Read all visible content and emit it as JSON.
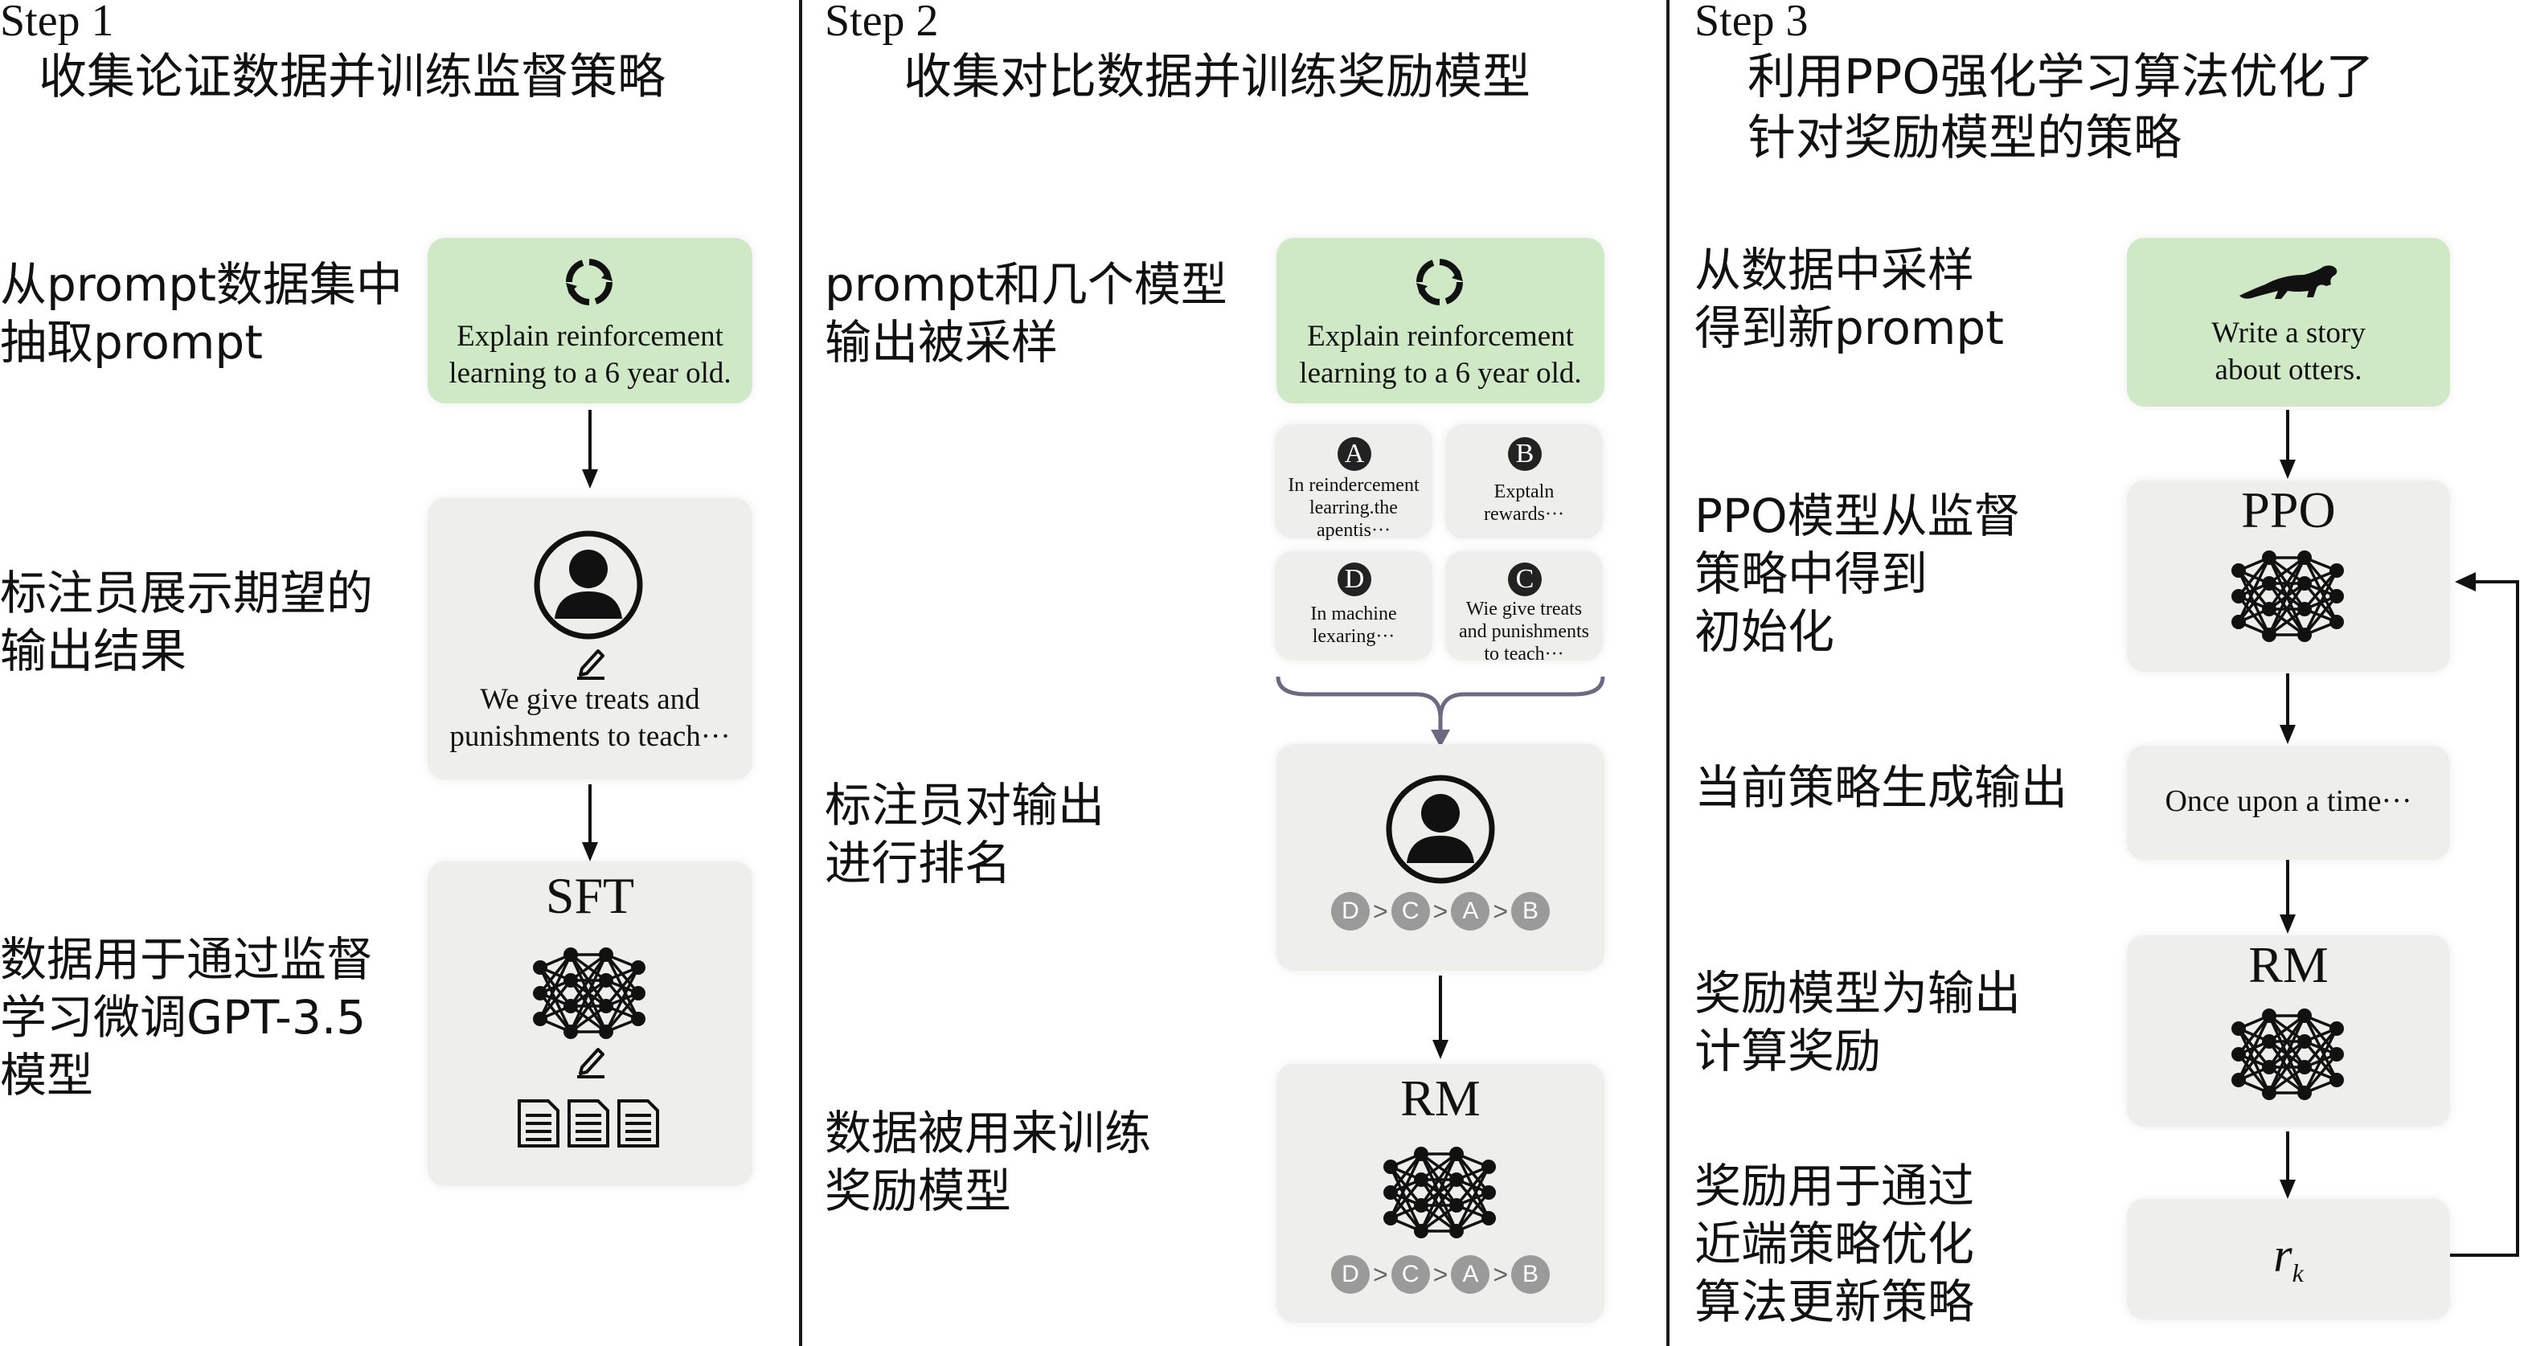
{
  "step1": {
    "label": "Step 1",
    "title": "收集论证数据并训练监督策略",
    "row1_text": [
      "从prompt数据集中",
      "抽取prompt"
    ],
    "prompt_lines": [
      "Explain reinforcement",
      "learning to a 6 year old."
    ],
    "row2_text": [
      "标注员展示期望的",
      "输出结果"
    ],
    "demo_lines": [
      "We give treats and",
      "punishments to teach···"
    ],
    "row3_text": [
      "数据用于通过监督",
      "学习微调GPT-3.5",
      "模型"
    ],
    "model_label": "SFT"
  },
  "step2": {
    "label": "Step 2",
    "title": "收集对比数据并训练奖励模型",
    "row1_text": [
      "prompt和几个模型",
      "输出被采样"
    ],
    "prompt_lines": [
      "Explain reinforcement",
      "learning to a 6 year old."
    ],
    "answers": [
      {
        "letter": "A",
        "lines": [
          "In reindercement",
          "learring.the",
          "apentis···"
        ]
      },
      {
        "letter": "B",
        "lines": [
          "Exptaln",
          "rewards···"
        ]
      },
      {
        "letter": "D",
        "lines": [
          "In machine",
          "lexaring···"
        ]
      },
      {
        "letter": "C",
        "lines": [
          "Wie give treats",
          "and punishments",
          "to teach···"
        ]
      }
    ],
    "row2_text": [
      "标注员对输出",
      "进行排名"
    ],
    "ranking": [
      "D",
      "C",
      "A",
      "B"
    ],
    "row3_text": [
      "数据被用来训练",
      "奖励模型"
    ],
    "model_label": "RM"
  },
  "step3": {
    "label": "Step 3",
    "title_lines": [
      "利用PPO强化学习算法优化了",
      "针对奖励模型的策略"
    ],
    "row1_text": [
      "从数据中采样",
      "得到新prompt"
    ],
    "prompt_lines": [
      "Write a story",
      "about otters."
    ],
    "row2_text": [
      "PPO模型从监督",
      "策略中得到",
      "初始化"
    ],
    "ppo_label": "PPO",
    "row3_text": [
      "当前策略生成输出"
    ],
    "output_text": "Once upon a time···",
    "row4_text": [
      "奖励模型为输出",
      "计算奖励"
    ],
    "rm_label": "RM",
    "row5_text": [
      "奖励用于通过",
      "近端策略优化",
      "算法更新策略"
    ],
    "reward_symbol": "r",
    "reward_subscript": "k"
  }
}
